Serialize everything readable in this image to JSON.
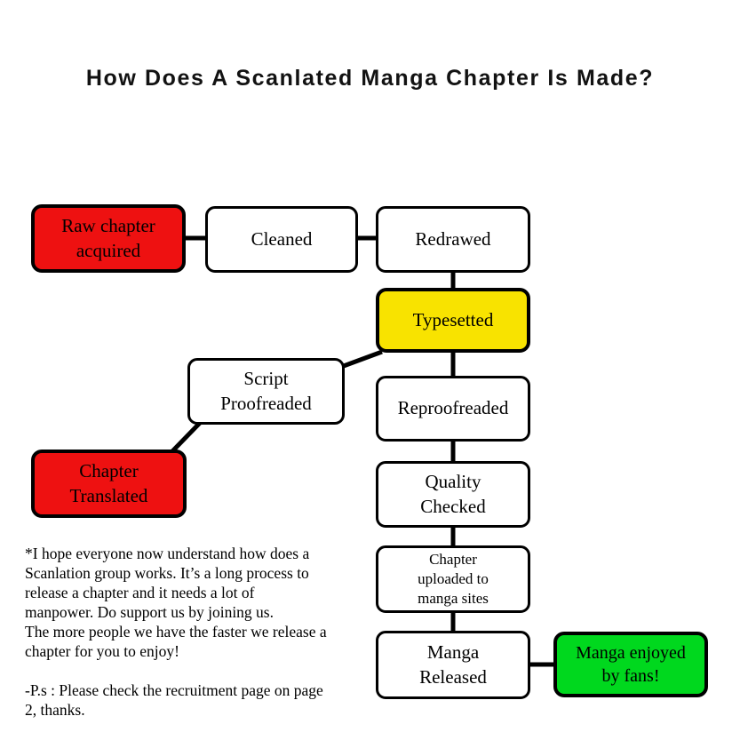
{
  "title": "How Does A Scanlated Manga Chapter Is Made?",
  "colors": {
    "node_red": "#EE1111",
    "node_yellow": "#F8E300",
    "node_green": "#00D81E",
    "node_white": "#FFFFFF",
    "connector": "#000000"
  },
  "nodes": {
    "raw": {
      "label": "Raw chapter\nacquired",
      "color": "#EE1111"
    },
    "cleaned": {
      "label": "Cleaned",
      "color": "#FFFFFF"
    },
    "redrawed": {
      "label": "Redrawed",
      "color": "#FFFFFF"
    },
    "typesetted": {
      "label": "Typesetted",
      "color": "#F8E300"
    },
    "script": {
      "label": "Script\nProofreaded",
      "color": "#FFFFFF"
    },
    "translated": {
      "label": "Chapter\nTranslated",
      "color": "#EE1111"
    },
    "reproofreaded": {
      "label": "Reproofreaded",
      "color": "#FFFFFF"
    },
    "quality": {
      "label": "Quality\nChecked",
      "color": "#FFFFFF"
    },
    "uploaded": {
      "label": "Chapter\nuploaded to\nmanga sites",
      "color": "#FFFFFF"
    },
    "released": {
      "label": "Manga\nReleased",
      "color": "#FFFFFF"
    },
    "enjoyed": {
      "label": "Manga enjoyed\nby fans!",
      "color": "#00D81E"
    }
  },
  "note": {
    "lines": [
      "*I hope everyone now understand how does a",
      "Scanlation group works. It’s a long process to",
      "release a chapter and it needs a lot of",
      "manpower. Do support us by joining us.",
      "The more people we have the faster we release a",
      "chapter for you to enjoy!",
      "",
      "-P.s : Please check the recruitment page on page",
      "2, thanks."
    ]
  }
}
